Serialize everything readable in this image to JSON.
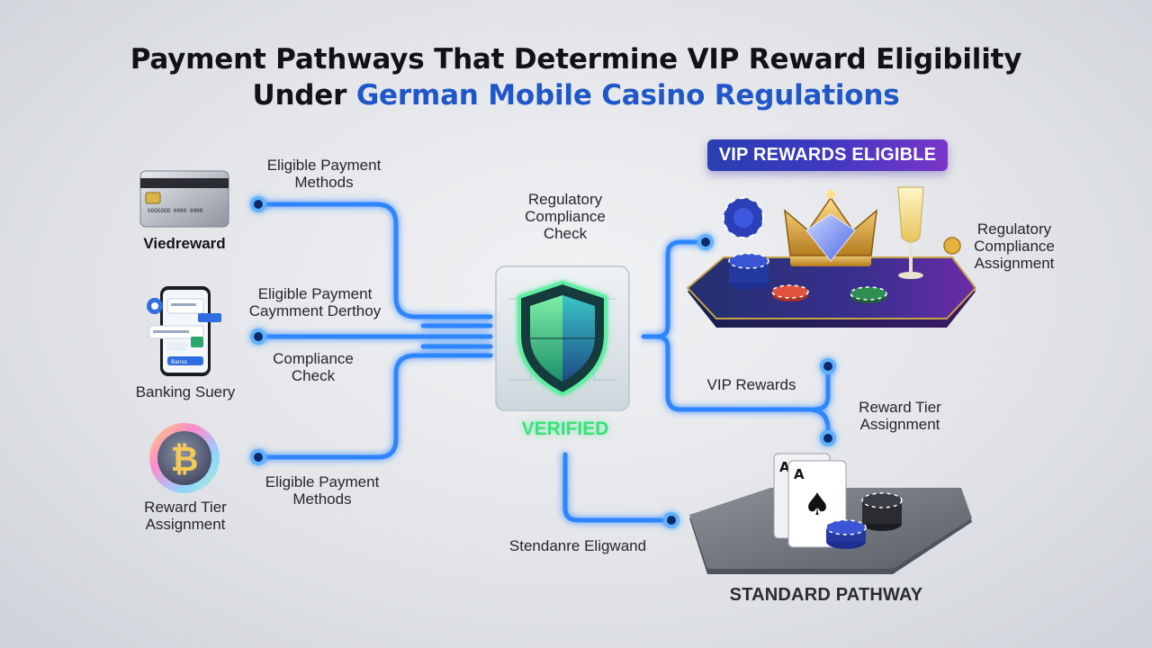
{
  "header": {
    "title_line1": "Payment Pathways That Determine VIP Reward Eligibility",
    "title_line2_prefix": "Under ",
    "title_line2_highlight": "German Mobile Casino Regulations"
  },
  "left_column": {
    "card": {
      "name": "Viedreward",
      "card_text": "GOOGOOD 0000 0000",
      "icon": "credit-card-icon"
    },
    "phone": {
      "name": "Banking Suery",
      "button_text": "Banss",
      "icon": "smartphone-banking-icon"
    },
    "crypto": {
      "name": "Reward Tier Assignment",
      "symbol": "₿",
      "icon": "bitcoin-coin-icon"
    }
  },
  "path_labels": {
    "top": "Eligible Payment Methods",
    "middle": "Eligible Payment Caymment Derthoy",
    "compliance": "Compliance Check",
    "bottom": "Eligible Payment Methods"
  },
  "center": {
    "check_label": "Regulatory Compliance Check",
    "verified": "VERIFIED",
    "icon": "shield-check-icon",
    "accent": "#39e27a"
  },
  "right": {
    "vip_badge": "VIP REWARDS ELIGIBLE",
    "regulatory_assignment": "Regulatory Compliance Assignment",
    "vip_rewards": "VIP Rewards",
    "reward_tier": "Reward Tier Assignment",
    "standard_eligwand": "Stendanre Eligwand",
    "standard_pathway": "STANDARD PATHWAY",
    "card_ranks": [
      "A",
      "A"
    ],
    "card_suit": "♠",
    "icons": [
      "crown-diamond-icon",
      "champagne-glass-icon",
      "poker-chips-icon",
      "playing-cards-icon"
    ]
  },
  "colors": {
    "wire": "#2f86ff",
    "wire_glow": "#7fc0ff",
    "title_highlight": "#1f57c9",
    "vip_gradient_start": "#2a3fb0",
    "vip_gradient_end": "#7a35c8"
  }
}
